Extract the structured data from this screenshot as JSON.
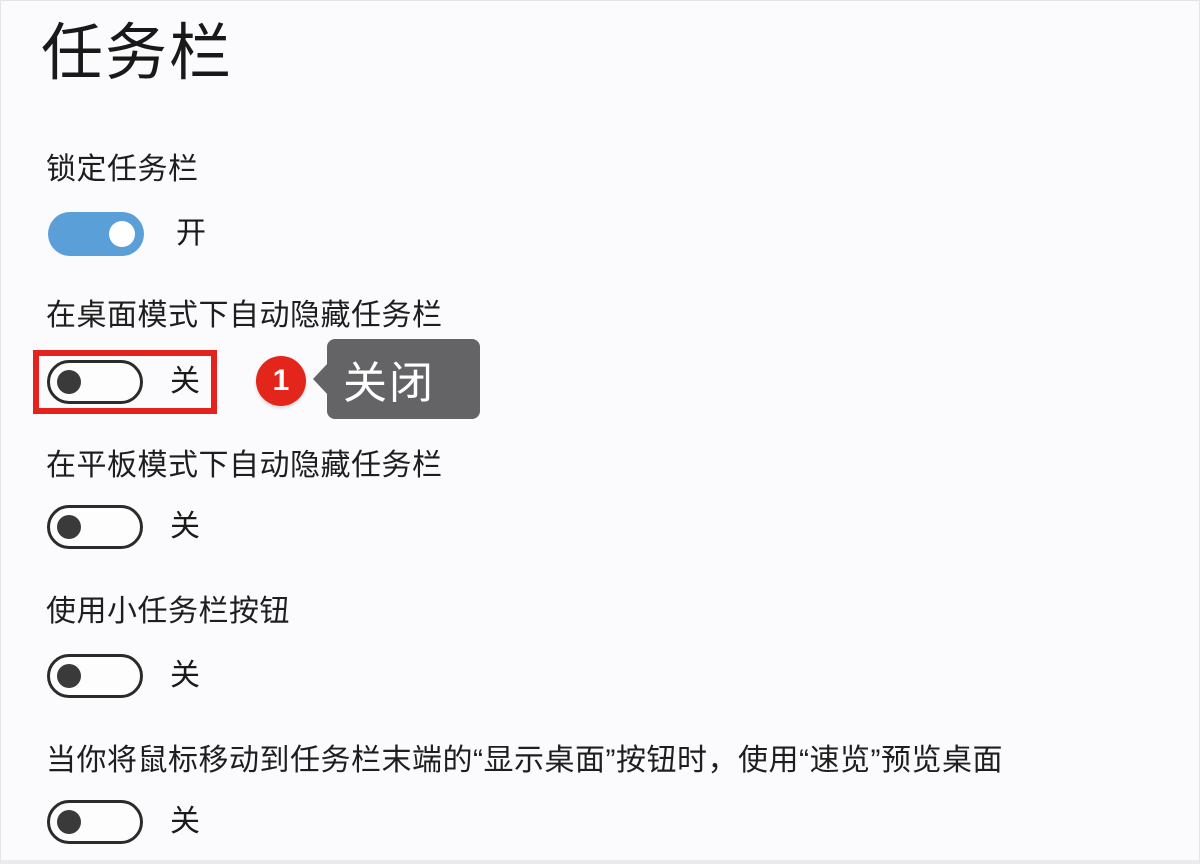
{
  "page": {
    "title": "任务栏"
  },
  "settings": [
    {
      "label": "锁定任务栏",
      "state": "on",
      "state_label": "开"
    },
    {
      "label": "在桌面模式下自动隐藏任务栏",
      "state": "off",
      "state_label": "关",
      "highlighted": true
    },
    {
      "label": "在平板模式下自动隐藏任务栏",
      "state": "off",
      "state_label": "关"
    },
    {
      "label": "使用小任务栏按钮",
      "state": "off",
      "state_label": "关"
    },
    {
      "label": "当你将鼠标移动到任务栏末端的“显示桌面”按钮时，使用“速览”预览桌面",
      "state": "off",
      "state_label": "关"
    }
  ],
  "annotation": {
    "step_number": "1",
    "tooltip_text": "关闭"
  },
  "colors": {
    "toggle_on_fill": "#5b9fd9",
    "toggle_off_outline": "#2b2b2b",
    "annotation_red": "#e3251c",
    "tooltip_bg": "#646467",
    "page_bg": "#fbfbfd"
  }
}
